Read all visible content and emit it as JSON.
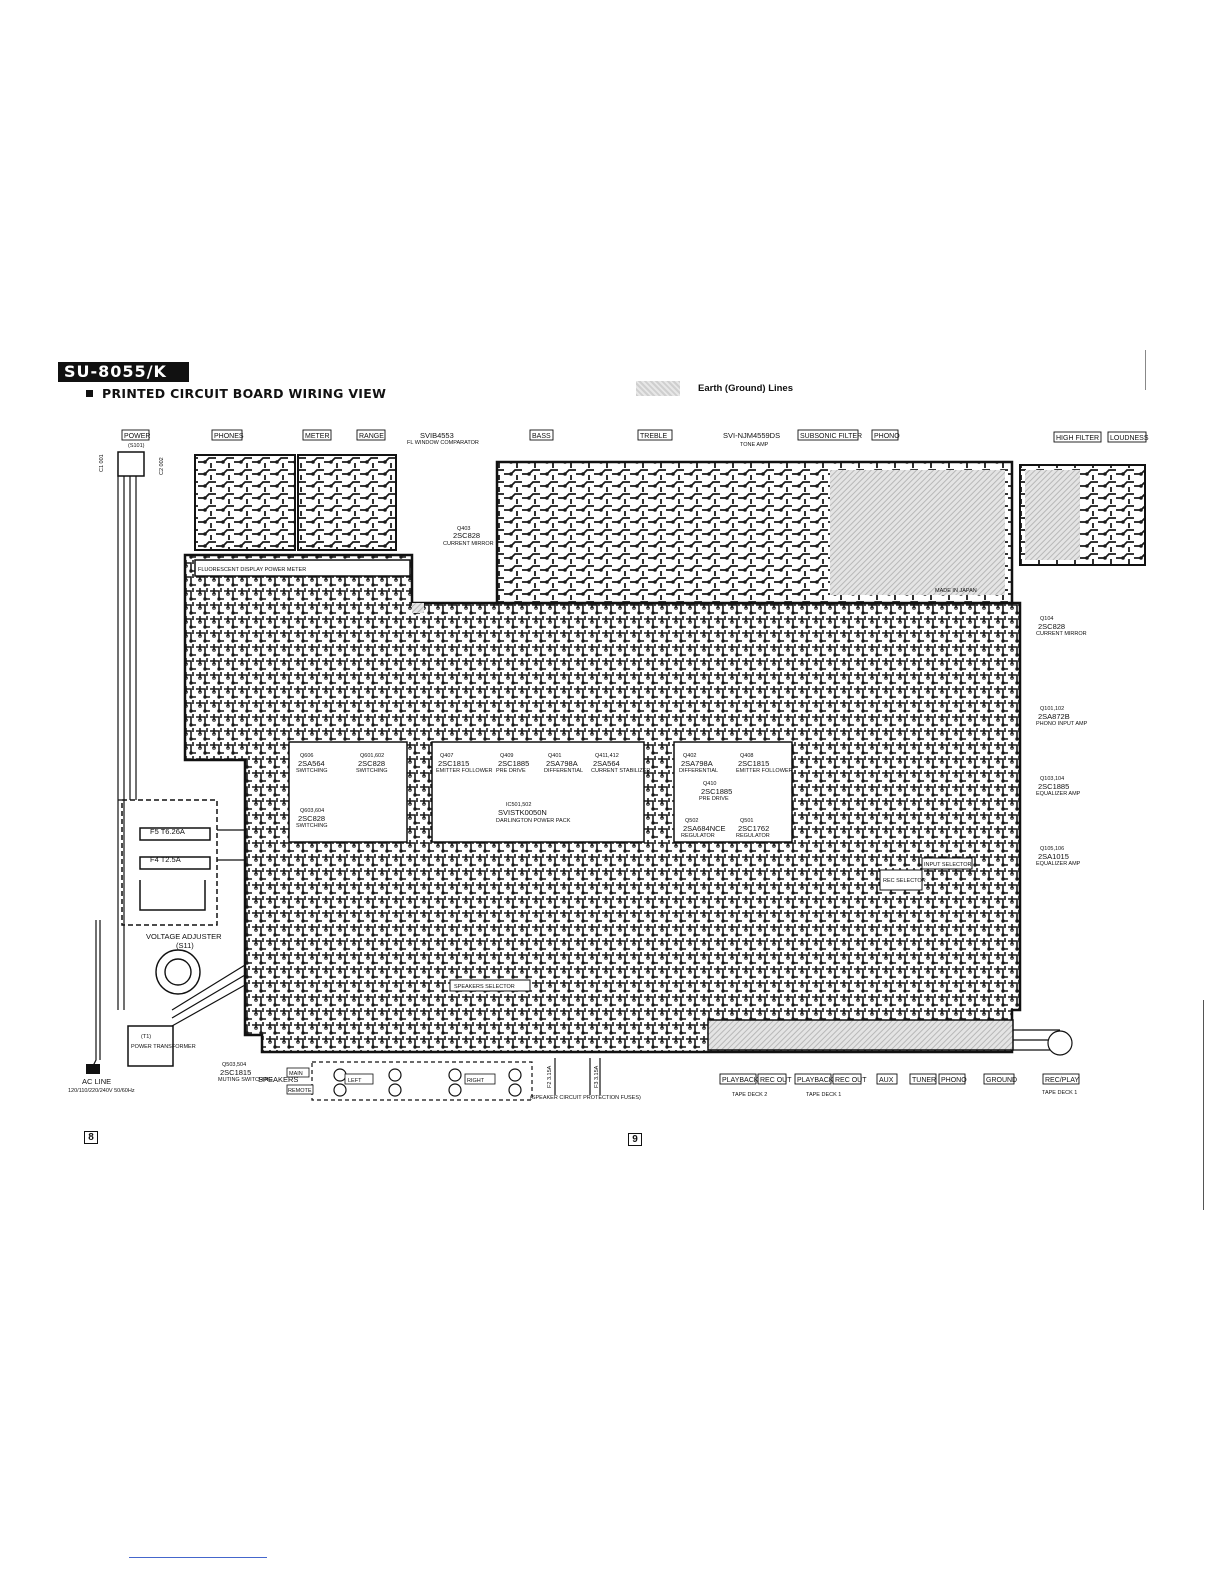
{
  "model": "SU-8055/K",
  "section_title": "PRINTED CIRCUIT BOARD WIRING VIEW",
  "legend_label": "Earth (Ground) Lines",
  "page_left": "8",
  "page_right": "9",
  "top_labels": {
    "power": "POWER",
    "power_ref": "(S101)",
    "phones": "PHONES",
    "meter": "METER",
    "range": "RANGE",
    "bass": "BASS",
    "treble": "TREBLE",
    "subsonic": "SUBSONIC FILTER",
    "phono": "PHONO",
    "high_filter": "HIGH FILTER",
    "loudness": "LOUDNESS",
    "ic_top": "SVI-NJM4559DS",
    "ic_top_sub": "TONE AMP",
    "ic_fl": "SVIB4553",
    "fl_sub": "FL WINDOW COMPARATOR",
    "fl_display": "FLUORESCENT DISPLAY POWER METER",
    "q403_ref": "Q403",
    "q403_part": "2SC828",
    "q403_role": "CURRENT MIRROR",
    "made_in_japan": "MADE IN JAPAN"
  },
  "transistors": [
    {
      "ref": "Q606",
      "part": "2SA564",
      "role": "SWITCHING"
    },
    {
      "ref": "Q601,602",
      "part": "2SC828",
      "role": "SWITCHING"
    },
    {
      "ref": "Q603,604",
      "part": "2SC828",
      "role": "SWITCHING"
    },
    {
      "ref": "Q407",
      "part": "2SC1815",
      "role": "EMITTER FOLLOWER"
    },
    {
      "ref": "Q409",
      "part": "2SC1885",
      "role": "PRE DRIVE"
    },
    {
      "ref": "Q401",
      "part": "2SA798A",
      "role": "DIFFERENTIAL"
    },
    {
      "ref": "Q411,412",
      "part": "2SA564",
      "role": "CURRENT STABILIZER"
    },
    {
      "ref": "Q402",
      "part": "2SA798A",
      "role": "DIFFERENTIAL"
    },
    {
      "ref": "Q408",
      "part": "2SC1815",
      "role": "EMITTER FOLLOWER"
    },
    {
      "ref": "Q410",
      "part": "2SC1885",
      "role": "PRE DRIVE"
    },
    {
      "ref": "Q502",
      "part": "2SA684NCE",
      "role": "REGULATOR"
    },
    {
      "ref": "Q501",
      "part": "2SC1762",
      "role": "REGULATOR"
    },
    {
      "ref": "Q104",
      "part": "2SC828",
      "role": "CURRENT MIRROR"
    },
    {
      "ref": "Q101,102",
      "part": "2SA872B",
      "role": "PHONO INPUT AMP"
    },
    {
      "ref": "Q103,104",
      "part": "2SC1885",
      "role": "EQUALIZER AMP"
    },
    {
      "ref": "Q105,106",
      "part": "2SA1015",
      "role": "EQUALIZER AMP"
    },
    {
      "ref": "Q503,504",
      "part": "2SC1815",
      "role": "MUTING SWITCHING"
    }
  ],
  "power_pack": {
    "ref": "IC501,502",
    "part": "SVISTK0050N",
    "role": "DARLINGTON POWER PACK"
  },
  "left_labels": {
    "fuse_f5": "F5 T6.26A",
    "fuse_f4": "F4 T2.5A",
    "voltage_adjuster": "VOLTAGE ADJUSTER",
    "voltage_ref": "(S11)",
    "transformer_ref": "(T1)",
    "transformer": "POWER TRANSFORMER",
    "ac_line": "AC LINE",
    "ac_spec": "120/110/220/240V 50/60Hz",
    "c801": "C1 001",
    "c802": "C2 002"
  },
  "bottom_labels": {
    "speakers": "SPEAKERS",
    "main": "MAIN",
    "remote": "REMOTE",
    "left": "LEFT",
    "right": "RIGHT",
    "fuses": "(SPEAKER CIRCUIT PROTECTION FUSES)",
    "f2": "F2 3.15A",
    "f3": "F3 3.15A",
    "speakers_selector": "SPEAKERS SELECTOR",
    "input_selector": "INPUT SELECTOR",
    "rec_selector": "REC SELECTOR"
  },
  "jacks": [
    {
      "label": "PLAYBACK"
    },
    {
      "label": "REC OUT"
    },
    {
      "label": "PLAYBACK"
    },
    {
      "label": "REC OUT"
    },
    {
      "label": "AUX"
    },
    {
      "label": "TUNER"
    },
    {
      "label": "PHONO"
    },
    {
      "label": "GROUND"
    },
    {
      "label": "REC/PLAY"
    }
  ],
  "deck_labels": {
    "deck2": "TAPE DECK 2",
    "deck1": "TAPE DECK 1",
    "deck1b": "TAPE DECK 1"
  }
}
